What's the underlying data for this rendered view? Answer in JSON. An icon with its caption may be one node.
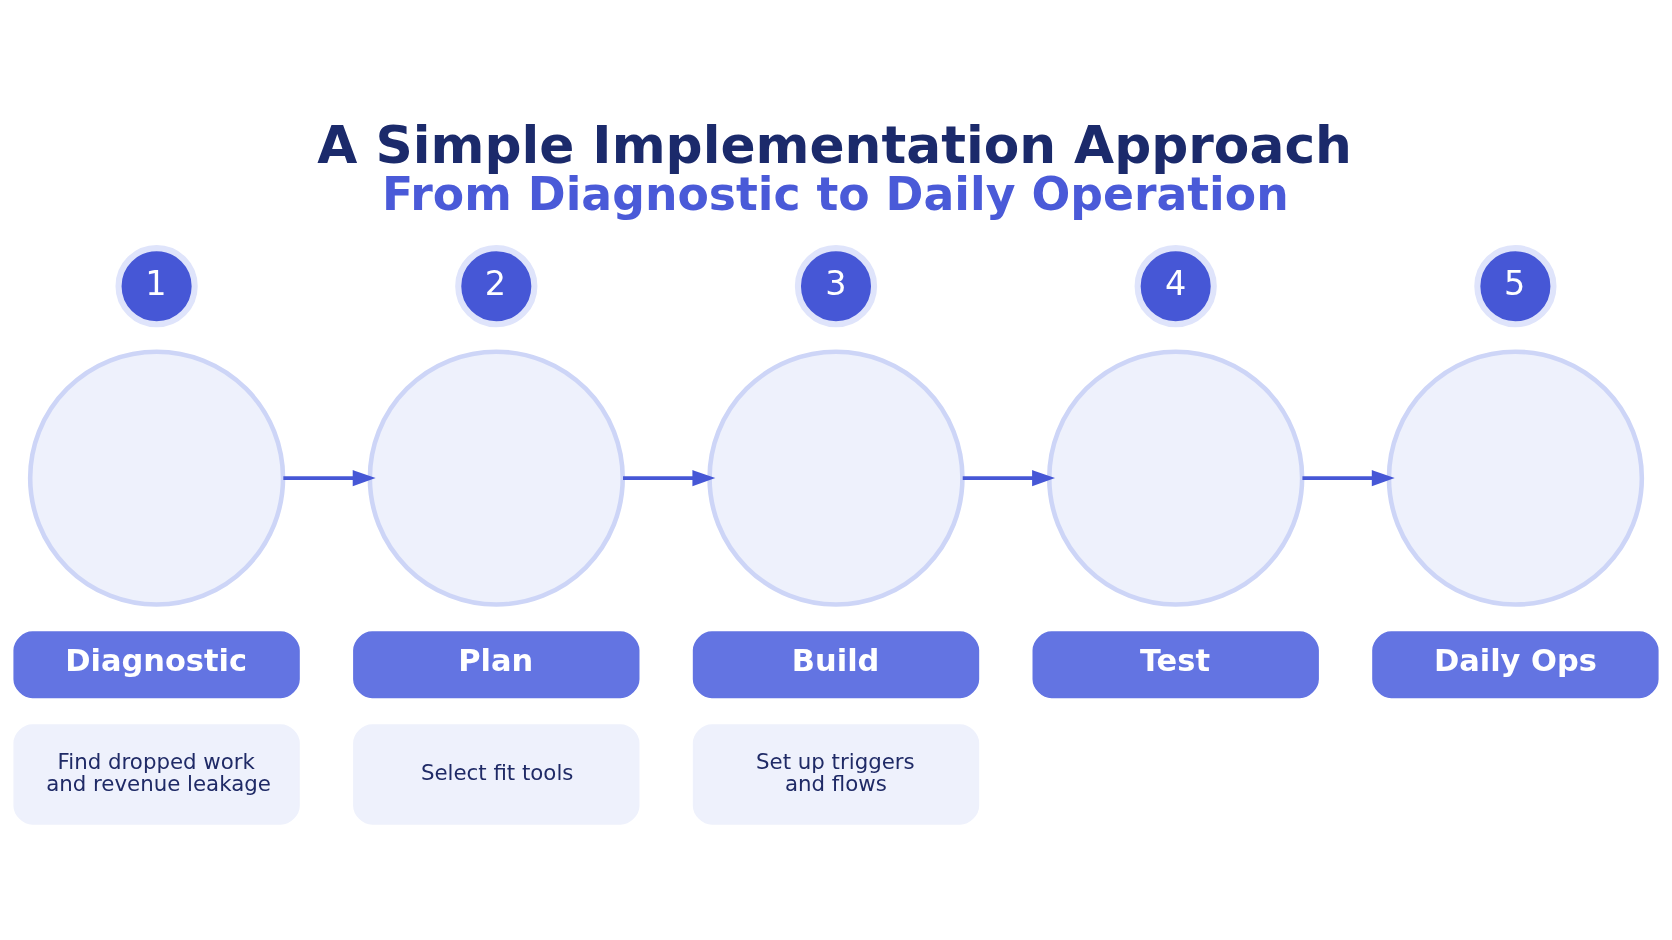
{
  "diagram": {
    "title": "A Simple Implementation Approach",
    "caption": "From Diagnostic to Daily Operation",
    "nodes": [
      {
        "text": [
          "1"
        ]
      },
      {
        "text": [],
        "shape": "circle"
      },
      {
        "text": [
          "Diagnostic"
        ]
      },
      {
        "text": [
          "Find dropped work and revenue leakage"
        ]
      },
      {
        "text": [
          "2"
        ]
      },
      {
        "text": [],
        "shape": "circle"
      },
      {
        "text": [
          "Plan"
        ]
      },
      {
        "text": [
          "Select fit tools"
        ]
      },
      {
        "text": [
          "3"
        ]
      },
      {
        "text": [],
        "shape": "circle"
      },
      {
        "text": [
          "Build"
        ]
      },
      {
        "text": [
          "Set up triggers and flows"
        ]
      },
      {
        "text": [
          "4"
        ]
      },
      {
        "text": [],
        "shape": "circle"
      },
      {
        "text": [
          "Test"
        ]
      },
      {
        "text": [
          "5"
        ]
      },
      {
        "text": [],
        "shape": "circle"
      },
      {
        "text": [
          "Daily Ops"
        ]
      }
    ],
    "edges": [
      {
        "from": 1,
        "to": 5,
        "arrow": "to"
      },
      {
        "from": 5,
        "to": 9,
        "arrow": "to"
      },
      {
        "from": 9,
        "to": 13,
        "arrow": "to"
      },
      {
        "from": 13,
        "to": 16,
        "arrow": "to"
      }
    ]
  }
}
